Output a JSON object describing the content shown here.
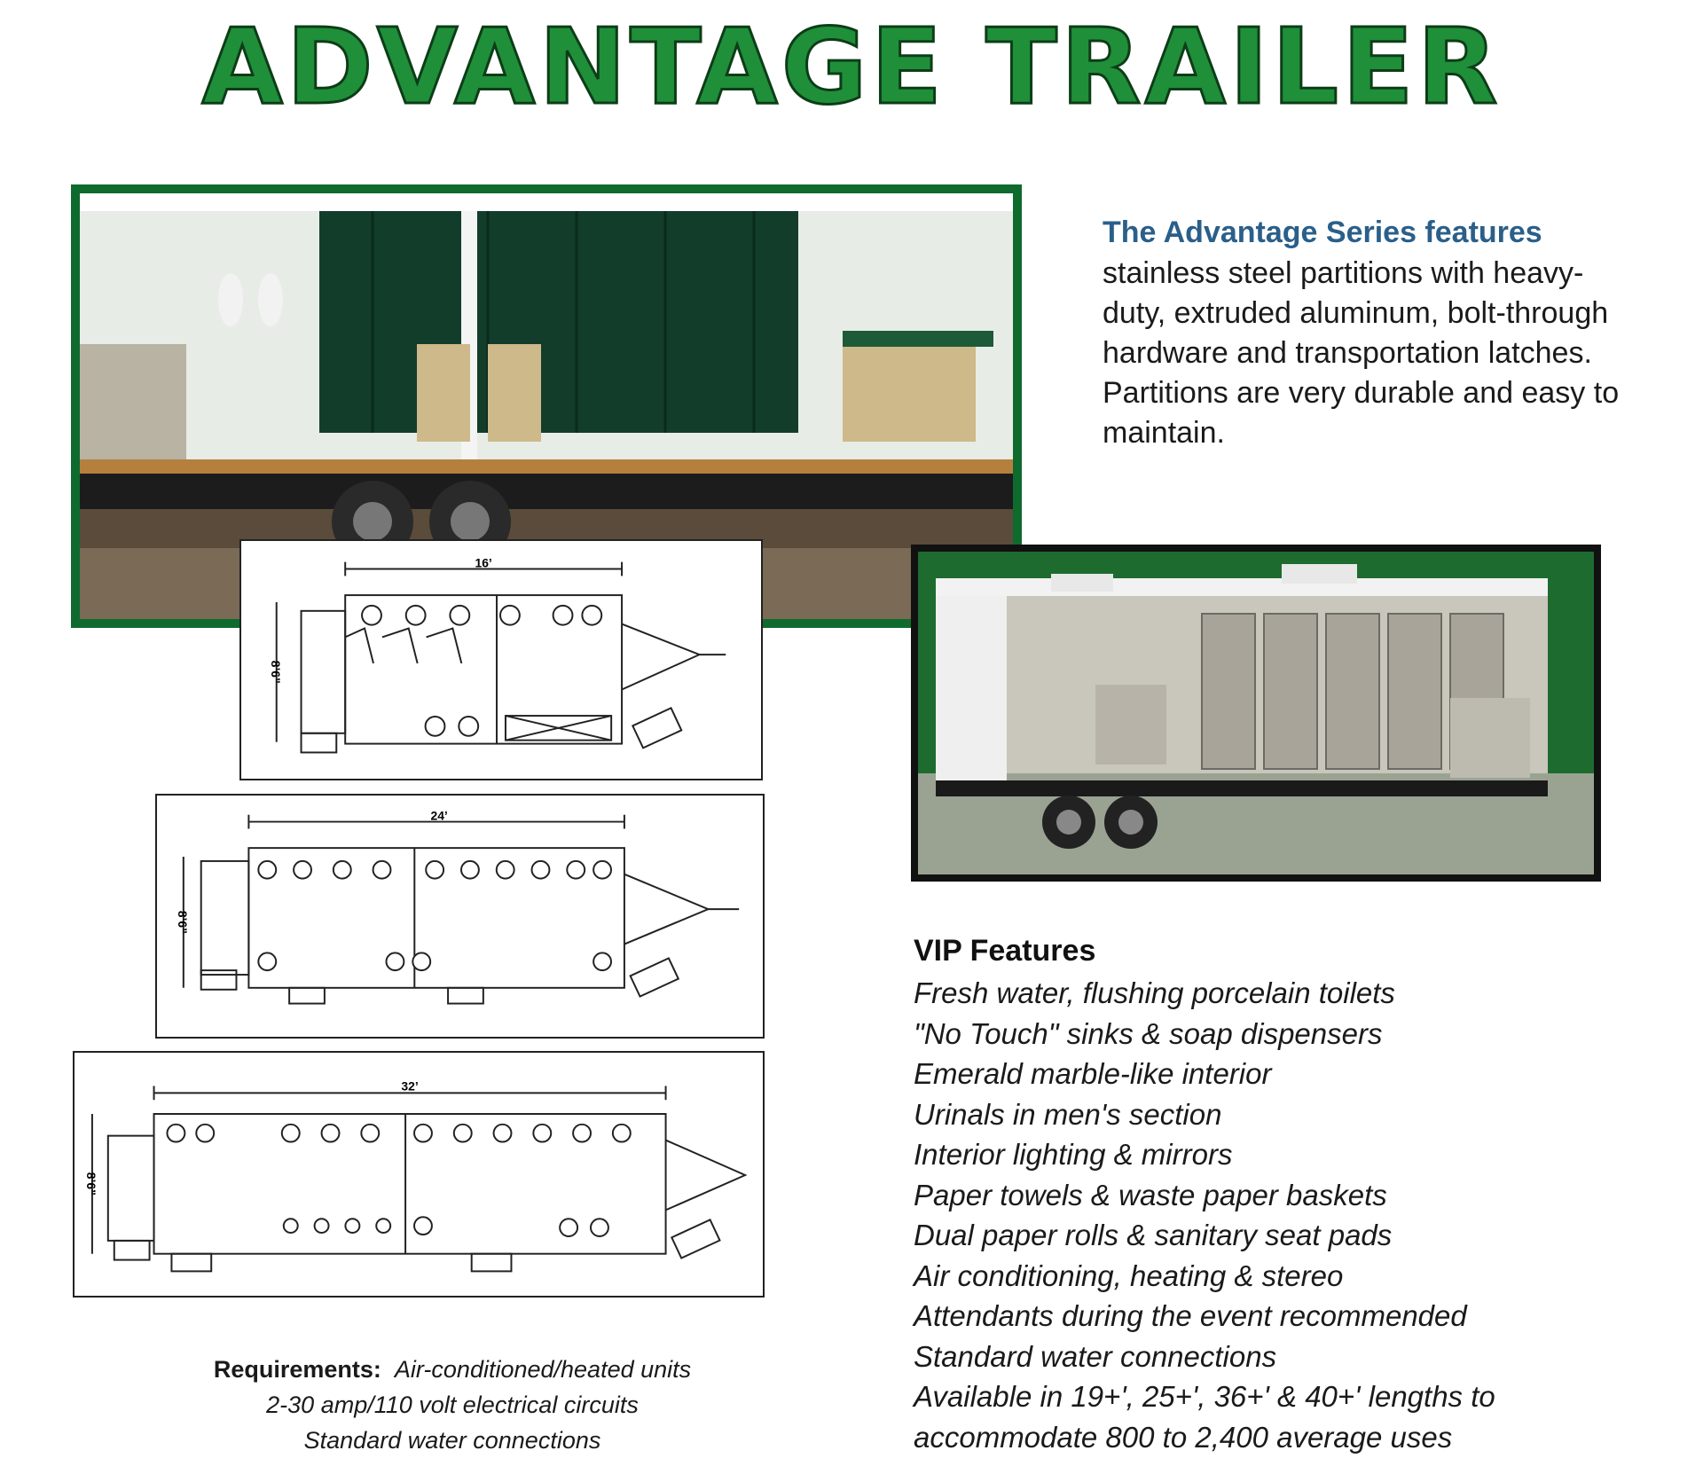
{
  "title": "ADVANTAGE TRAILER",
  "advantage": {
    "heading": "The Advantage Series features",
    "body": "stainless steel partitions with heavy-duty, extruded aluminum, bolt-through hardware and transportation latches. Partitions are very durable and easy to maintain."
  },
  "floor_plans": [
    {
      "length": "16’",
      "width": "8’6”"
    },
    {
      "length": "24’",
      "width": "8’6”"
    },
    {
      "length": "32’",
      "width": "8’6”"
    }
  ],
  "vip": {
    "heading": "VIP Features",
    "items": [
      "Fresh water, flushing porcelain toilets",
      "\"No Touch\" sinks & soap dispensers",
      "Emerald marble-like interior",
      "Urinals in men's section",
      "Interior lighting & mirrors",
      "Paper towels & waste paper baskets",
      "Dual paper rolls & sanitary seat pads",
      "Air conditioning, heating & stereo",
      "Attendants during the event recommended",
      "Standard water connections",
      "Available in 19+', 25+', 36+' & 40+' lengths to",
      "accommodate 800 to 2,400 average uses"
    ]
  },
  "requirements": {
    "label": "Requirements:",
    "line1": "Air-conditioned/heated units",
    "line2": "2-30 amp/110 volt electrical circuits",
    "line3": "Standard water connections"
  },
  "colors": {
    "title_green": "#1f8f3a",
    "heading_blue": "#2a5f8a",
    "frame_green": "#0f6a2e"
  }
}
